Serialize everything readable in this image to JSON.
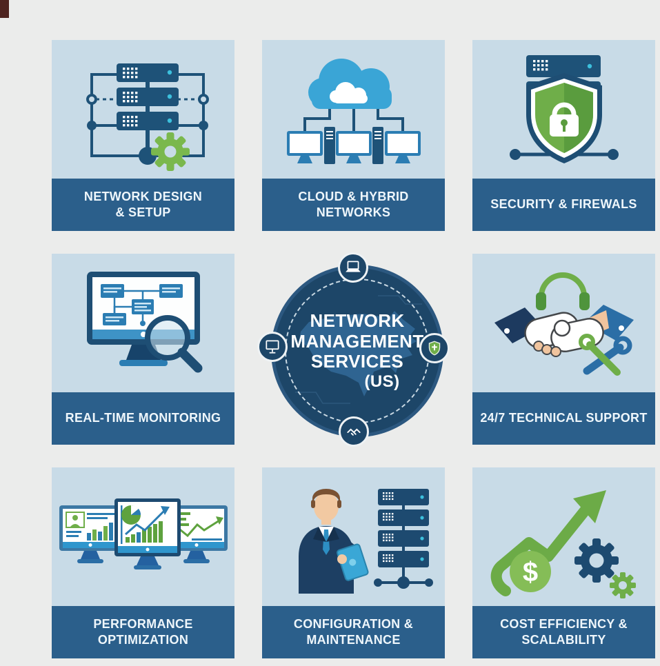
{
  "page": {
    "background": "#ebeceb",
    "description": "Network Management Services (US) infographic grid"
  },
  "palette": {
    "tile_bg": "#c8dbe7",
    "band_bg": "#2b5f8b",
    "band_text": "#eef6fb",
    "navy": "#1e5278",
    "dark_navy": "#1d4668",
    "green": "#6fae49",
    "cloud_blue": "#3aa5d6",
    "mid_blue": "#2b7db3",
    "cyan": "#3cc0dd",
    "map_blue": "#2f6491",
    "skin": "#f0c49e"
  },
  "center": {
    "line1": "NETWORK",
    "line2": "MANAGEMENT",
    "line3": "SERVICES",
    "line4": "(US)",
    "badges": [
      "laptop-icon",
      "monitor-icon",
      "shield-icon",
      "handshake-icon"
    ]
  },
  "tiles": [
    {
      "icon": "server-stack-gear-icon",
      "line1": "NETWORK DESIGN",
      "line2": "& SETUP"
    },
    {
      "icon": "cloud-network-icon",
      "line1": "CLOUD & HYBRID NETWORKS",
      "line2": ""
    },
    {
      "icon": "shield-lock-server-icon",
      "line1": "SECURITY & FIREWALS",
      "line2": ""
    },
    {
      "icon": "monitor-magnifier-icon",
      "line1": "REAL-TIME MONITORING",
      "line2": ""
    },
    {
      "icon": "handshake-headset-icon",
      "line1": "24/7 TECHNICAL SUPPORT",
      "line2": ""
    },
    {
      "icon": "dashboard-monitors-icon",
      "line1": "PERFORMANCE",
      "line2": "OPTIMIZATION"
    },
    {
      "icon": "technician-servers-icon",
      "line1": "CONFIGURATION &",
      "line2": "MAINTENANCE"
    },
    {
      "icon": "growth-arrow-gears-icon",
      "line1": "COST EFFICIENCY &",
      "line2": "SCALABILITY",
      "icon_text": "$"
    }
  ]
}
